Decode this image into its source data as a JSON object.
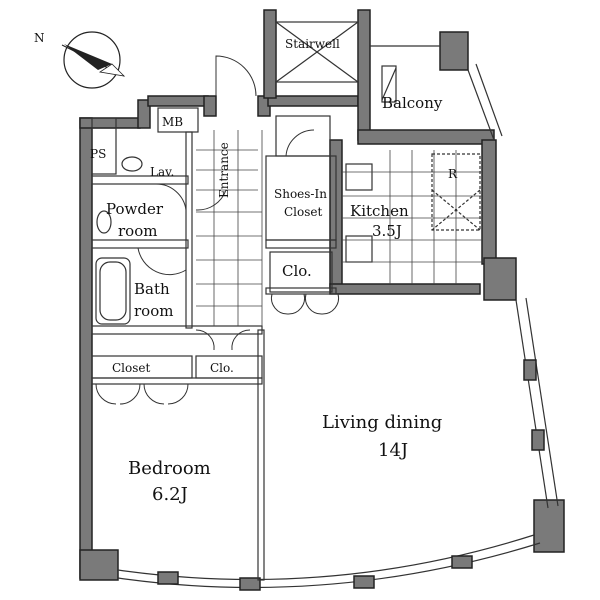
{
  "labels": {
    "stairwell": "Stairwell",
    "balcony": "Balcony",
    "mb": "MB",
    "ps": "PS",
    "lav": "Lav.",
    "entrance": "Entrance",
    "shoes_in_closet_1": "Shoes-In",
    "shoes_in_closet_2": "Closet",
    "kitchen_1": "Kitchen",
    "kitchen_2": "3.5J",
    "powder_room_1": "Powder",
    "powder_room_2": "room",
    "bath_room_1": "Bath",
    "bath_room_2": "room",
    "clo_center": "Clo.",
    "closet": "Closet",
    "clo_small": "Clo.",
    "living_dining_1": "Living dining",
    "living_dining_2": "14J",
    "bedroom_1": "Bedroom",
    "bedroom_2": "6.2J",
    "refrigerator": "R"
  },
  "compass": {
    "north": "N"
  }
}
